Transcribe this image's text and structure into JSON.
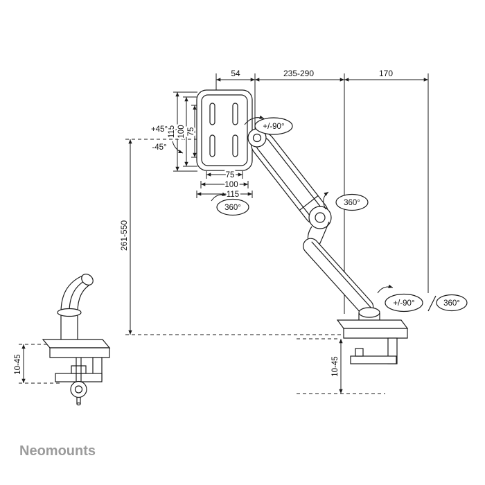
{
  "brand": "Neomounts",
  "colors": {
    "line": "#1a1a1a",
    "brand": "#9b9b9b"
  },
  "dims": {
    "top": [
      "54",
      "235-290",
      "170"
    ],
    "vesa_v": [
      "115",
      "100",
      "75"
    ],
    "vesa_h": [
      "75",
      "100",
      "115"
    ],
    "height": "261-550",
    "desk_left": "10-45",
    "desk_right": "10-45"
  },
  "rotation": {
    "tilt_up": "+45°",
    "tilt_down": "-45°",
    "swivel": "+/-90°",
    "vesa_spin": "360°",
    "arm_spin": "360°",
    "base_swivel": "+/-90°",
    "base_spin": "360°"
  }
}
